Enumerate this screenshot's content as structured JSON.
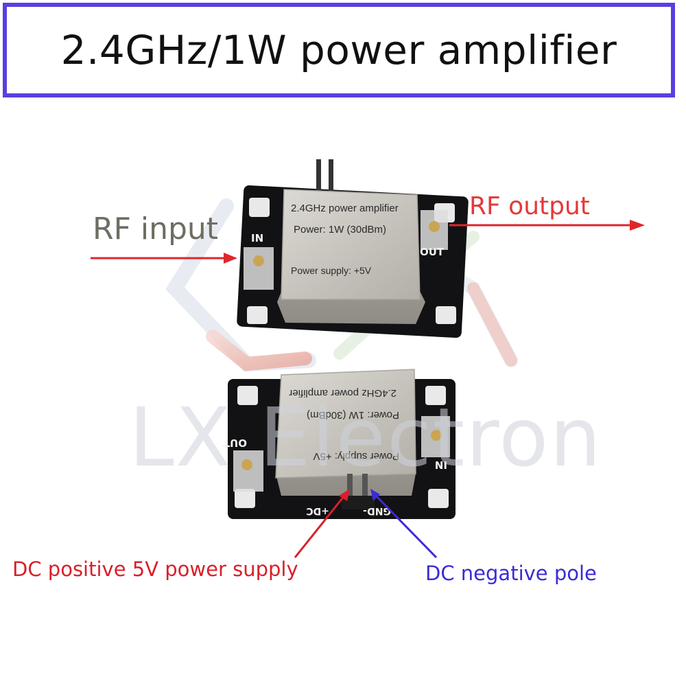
{
  "title": "2.4GHz/1W power amplifier",
  "labels": {
    "rf_input": "RF input",
    "rf_output": "RF output",
    "dc_positive": "DC positive 5V power supply",
    "dc_negative": "DC negative pole"
  },
  "top_module": {
    "can_line1": "2.4GHz power amplifier",
    "can_line2": "Power: 1W (30dBm)",
    "can_line3": "Power supply: +5V",
    "port_in": "IN",
    "port_out": "OUT"
  },
  "bottom_module": {
    "can_line1": "2.4GHz power amplifier",
    "can_line2": "Power: 1W (30dBm)",
    "can_line3": "Power supply: +5V",
    "port_in": "IN",
    "port_out": "OUT",
    "pin_gnd": "GND-",
    "pin_dc": "+DC"
  },
  "watermark": "LX Electron",
  "colors": {
    "title_border": "#5a3fe0",
    "pcb": "#121214",
    "shield_can": "#c9c6bf",
    "arrow_red": "#e0262a",
    "arrow_blue": "#3b2bd6"
  }
}
